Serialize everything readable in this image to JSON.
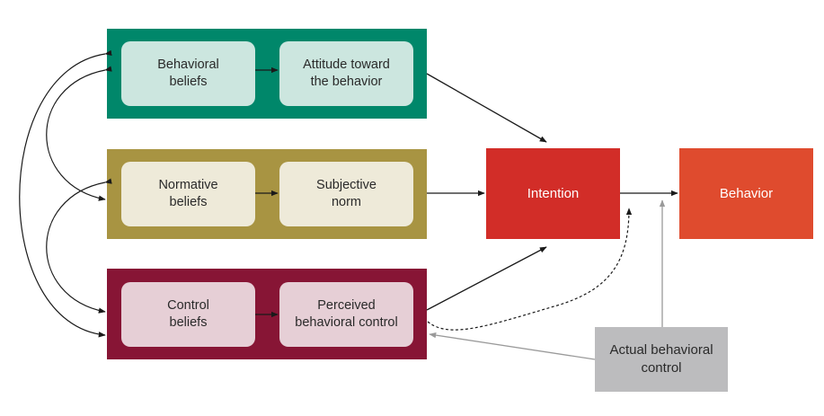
{
  "rows": {
    "attitude": {
      "beliefs": [
        "Behavioral",
        "beliefs"
      ],
      "construct": [
        "Attitude toward",
        "the behavior"
      ]
    },
    "norm": {
      "beliefs": [
        "Normative",
        "beliefs"
      ],
      "construct": [
        "Subjective",
        "norm"
      ]
    },
    "control": {
      "beliefs": [
        "Control",
        "beliefs"
      ],
      "construct": [
        "Perceived",
        "behavioral control"
      ]
    }
  },
  "intention": "Intention",
  "behavior": "Behavior",
  "actual_control": [
    "Actual behavioral",
    "control"
  ],
  "colors": {
    "attitude_band": "#00876a",
    "attitude_inner": "#cce6df",
    "norm_band": "#a89442",
    "norm_inner": "#eeead9",
    "control_band": "#871535",
    "control_inner": "#e6cfd6",
    "intention": "#d22d28",
    "behavior": "#df4b2e",
    "actual_control": "#bcbcbe",
    "arrow_black": "#1a1a1a",
    "arrow_gray": "#9a9a9a"
  }
}
